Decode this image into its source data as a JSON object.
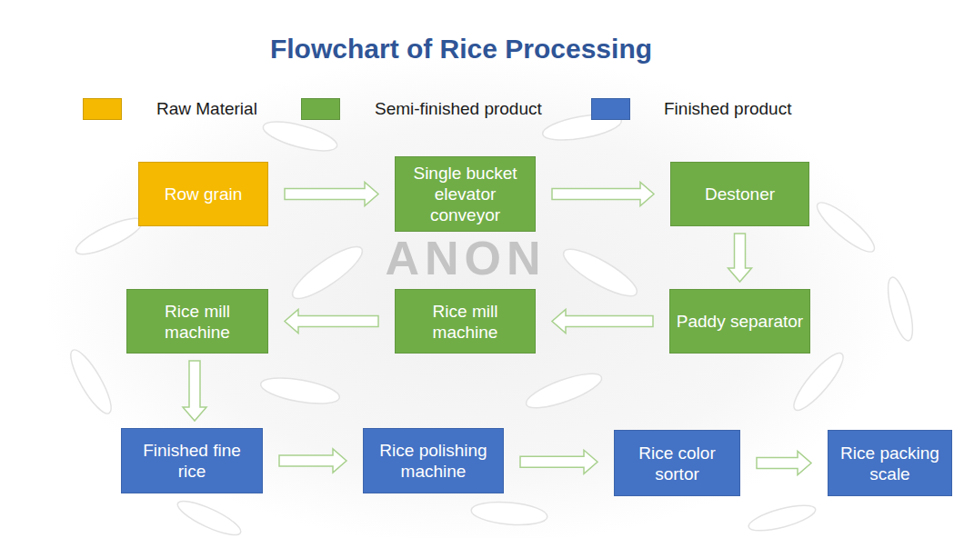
{
  "diagram": {
    "title": "Flowchart of Rice Processing",
    "nodes": [
      {
        "text": [
          "Row grain"
        ]
      },
      {
        "text": [
          "Single bucket elevator conveyor"
        ]
      },
      {
        "text": [
          "Destoner"
        ]
      },
      {
        "text": [
          "Rice mill machine"
        ]
      },
      {
        "text": [
          "Rice mill machine"
        ]
      },
      {
        "text": [
          "Paddy separator"
        ]
      },
      {
        "text": [
          "Finished fine rice"
        ]
      },
      {
        "text": [
          "Rice polishing machine"
        ]
      },
      {
        "text": [
          "Rice color sortor"
        ]
      },
      {
        "text": [
          "Rice packing scale"
        ]
      }
    ],
    "edges": [
      {
        "from": 0,
        "to": 1,
        "arrow": "to"
      },
      {
        "from": 1,
        "to": 2,
        "arrow": "to"
      },
      {
        "from": 2,
        "to": 5,
        "arrow": "to"
      },
      {
        "from": 5,
        "to": 4,
        "arrow": "to"
      },
      {
        "from": 4,
        "to": 3,
        "arrow": "to"
      },
      {
        "from": 3,
        "to": 6,
        "arrow": "to"
      },
      {
        "from": 6,
        "to": 7,
        "arrow": "to"
      },
      {
        "from": 7,
        "to": 8,
        "arrow": "to"
      },
      {
        "from": 8,
        "to": 9,
        "arrow": "to"
      }
    ],
    "labels": [
      "ANON"
    ],
    "legend": [
      {
        "text": "Raw Material",
        "color": "#f4b900"
      },
      {
        "text": "Semi-finished product",
        "color": "#70ad47"
      },
      {
        "text": "Finished product",
        "color": "#4472c4"
      }
    ]
  }
}
